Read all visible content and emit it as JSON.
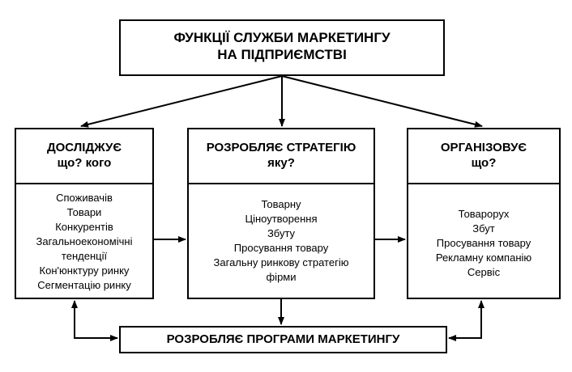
{
  "top": {
    "line1": "ФУНКЦІЇ СЛУЖБИ МАРКЕТИНГУ",
    "line2": "НА ПІДПРИЄМСТВІ"
  },
  "left": {
    "title1": "ДОСЛІДЖУЄ",
    "title2": "що? кого",
    "items": [
      "Споживачів",
      "Товари",
      "Конкурентів",
      "Загальноекономічні",
      "тенденції",
      "Кон'юнктуру ринку",
      "Сегментацію ринку"
    ]
  },
  "middle": {
    "title1": "РОЗРОБЛЯЄ СТРАТЕГІЮ",
    "title2": "яку?",
    "items": [
      "Товарну",
      "Ціноутворення",
      "Збуту",
      "Просування товару",
      "Загальну ринкову стратегію",
      "фірми"
    ]
  },
  "right": {
    "title1": "ОРГАНІЗОВУЄ",
    "title2": "що?",
    "items": [
      "Товарорух",
      "Збут",
      "Просування товару",
      "Рекламну компанію",
      "Сервіс"
    ]
  },
  "bottom": {
    "label": "РОЗРОБЛЯЄ ПРОГРАМИ МАРКЕТИНГУ"
  }
}
